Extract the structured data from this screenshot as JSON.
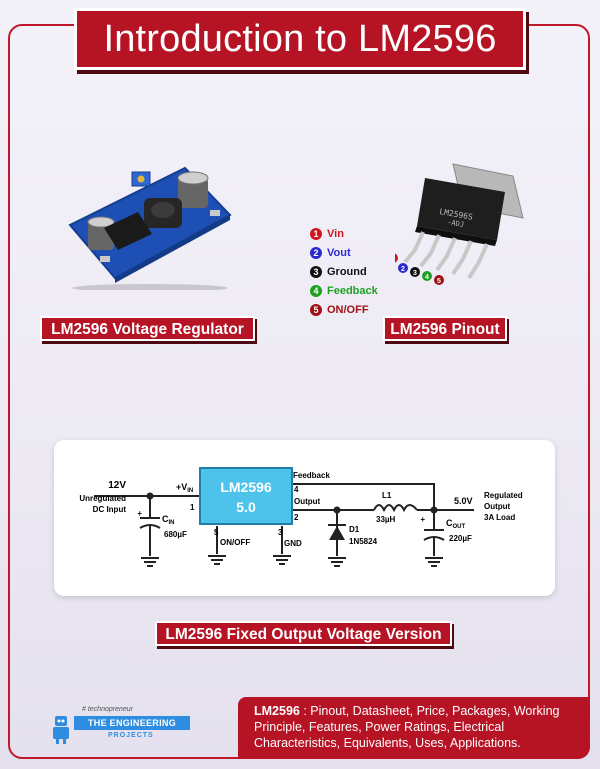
{
  "title": "Introduction to LM2596",
  "captions": {
    "module": "LM2596 Voltage Regulator",
    "pinout": "LM2596 Pinout",
    "circuit": "LM2596 Fixed Output Voltage Version"
  },
  "chip_marking": [
    "LM2596S",
    "-ADJ"
  ],
  "pins": [
    {
      "num": "1",
      "label": "Vin",
      "color": "#d0161b"
    },
    {
      "num": "2",
      "label": "Vout",
      "color": "#2a2ad0"
    },
    {
      "num": "3",
      "label": "Ground",
      "color": "#111111"
    },
    {
      "num": "4",
      "label": "Feedback",
      "color": "#1fa022"
    },
    {
      "num": "5",
      "label": "ON/OFF",
      "color": "#a11014"
    }
  ],
  "circuit": {
    "input_voltage": "12V",
    "input_desc_1": "Unregulated",
    "input_desc_2": "DC Input",
    "ic_name": "LM2596",
    "ic_value": "5.0",
    "vin_label_main": "+V",
    "vin_label_sub": "IN",
    "pin1": "1",
    "pin2": "2",
    "pin3": "3",
    "pin4": "4",
    "pin5": "5",
    "feedback": "Feedback",
    "output": "Output",
    "on_off": "ON/OFF",
    "gnd": "GND",
    "cin_main": "C",
    "cin_sub": "IN",
    "cin_value": "680µF",
    "d1_name": "D1",
    "d1_part": "1N5824",
    "l1_name": "L1",
    "l1_value": "33µH",
    "cout_main": "C",
    "cout_sub": "OUT",
    "cout_value": "220µF",
    "output_voltage": "5.0V",
    "out_desc_1": "Regulated",
    "out_desc_2": "Output",
    "out_desc_3": "3A Load",
    "plus": "+"
  },
  "footer": {
    "bold": "LM2596",
    "text": " : Pinout, Datasheet, Price, Packages, Working Principle, Features, Power Ratings, Electrical Characteristics, Equivalents, Uses, Applications."
  },
  "logo": {
    "tag": "# technopreneur",
    "main": "THE ENGINEERING",
    "sub": "PROJECTS"
  },
  "colors": {
    "brand_red": "#b61325",
    "ic_fill": "#4dc3ec",
    "logo_blue": "#2e8de0"
  }
}
